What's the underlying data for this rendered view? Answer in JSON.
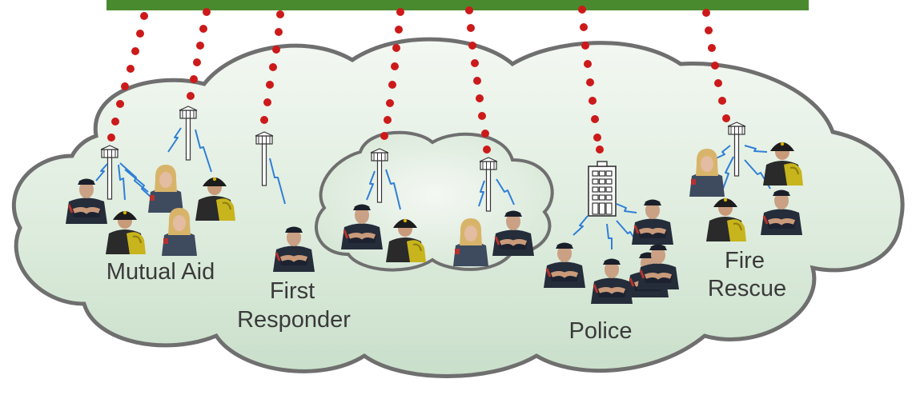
{
  "colors": {
    "top_bar": "#4a8a2e",
    "cloud_fill": "#e3f0e3",
    "cloud_stroke": "#6f6f6f",
    "link_dots": "#cc1a1a",
    "wireless": "#2f7fd6",
    "label_text": "#3a3a3a"
  },
  "labels": {
    "mutual_aid": "Mutual Aid",
    "first_responder_line1": "First",
    "first_responder_line2": "Responder",
    "police": "Police",
    "fire_rescue_line1": "Fire",
    "fire_rescue_line2": "Rescue"
  },
  "icons": [
    "radio-tower-icon",
    "building-icon",
    "firefighter-icon",
    "police-officer-icon",
    "paramedic-icon",
    "wireless-link-icon"
  ]
}
